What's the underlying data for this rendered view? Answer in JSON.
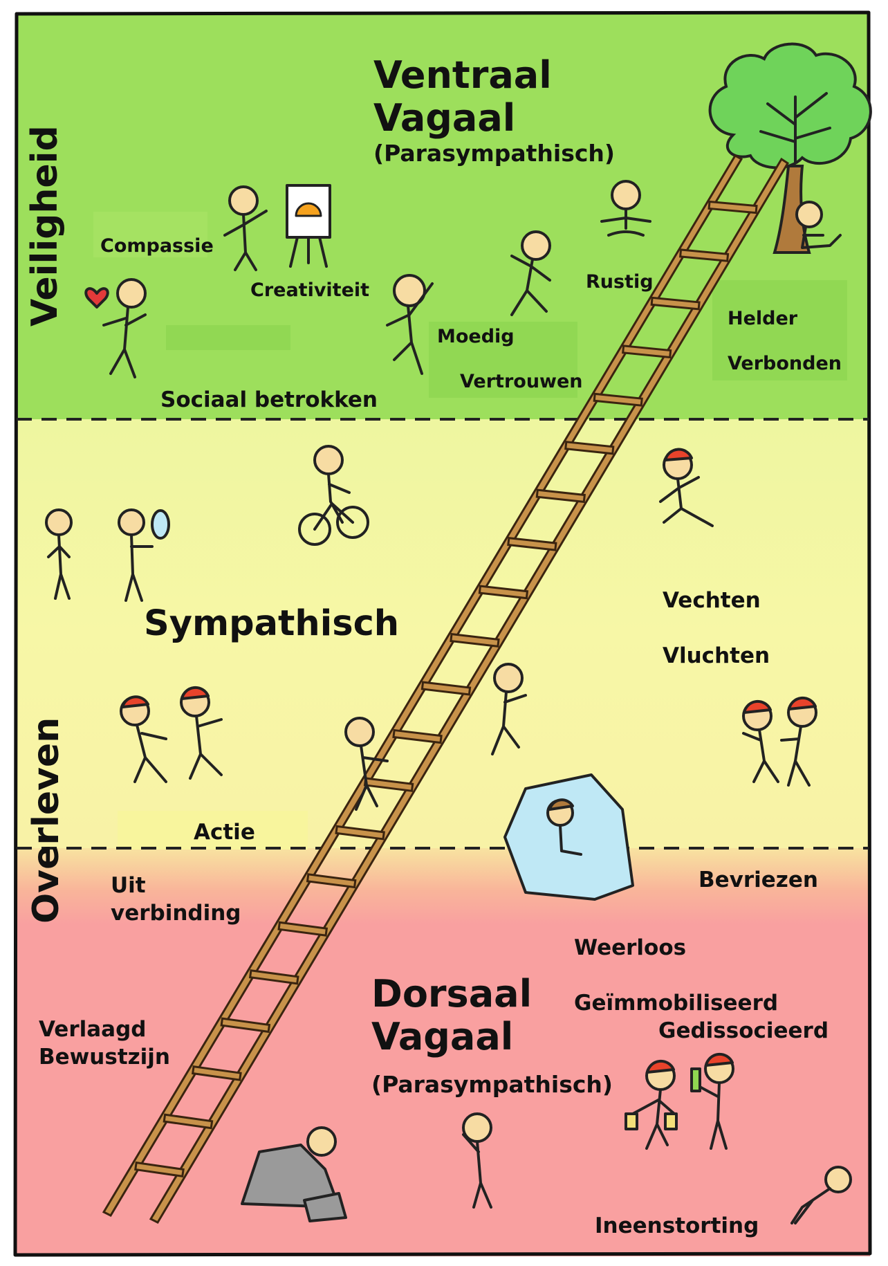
{
  "zones": {
    "top": {
      "color": "#9ddf5c",
      "title_line1": "Ventraal",
      "title_line2": "Vagaal",
      "subtitle": "(Parasympathisch)",
      "labels": [
        "Compassie",
        "Creativiteit",
        "Moedig",
        "Vertrouwen",
        "Sociaal betrokken",
        "Rustig",
        "Helder",
        "Verbonden"
      ]
    },
    "middle": {
      "color": "#f5f5a0",
      "title": "Sympathisch",
      "labels": [
        "Vechten",
        "Vluchten",
        "Actie"
      ]
    },
    "bottom": {
      "color": "#f9a0a0",
      "title_line1": "Dorsaal",
      "title_line2": "Vagaal",
      "subtitle": "(Parasympathisch)",
      "labels": [
        "Uit",
        "verbinding",
        "Bevriezen",
        "Weerloos",
        "Geïmmobiliseerd",
        "Gedissocieerd",
        "Verlaagd",
        "Bewustzijn",
        "Ineenstorting"
      ]
    }
  },
  "side_labels": {
    "safety": "Veiligheid",
    "survival": "Overleven"
  },
  "colors": {
    "ladder": "#c8924a",
    "ladder_outline": "#3a2410",
    "tree_leaves": "#6fd35a",
    "tree_trunk": "#b07a3c",
    "ice": "#bfe8f5",
    "rock": "#9a9a9a",
    "helmet": "#e8432b",
    "heart": "#e23a3a"
  }
}
